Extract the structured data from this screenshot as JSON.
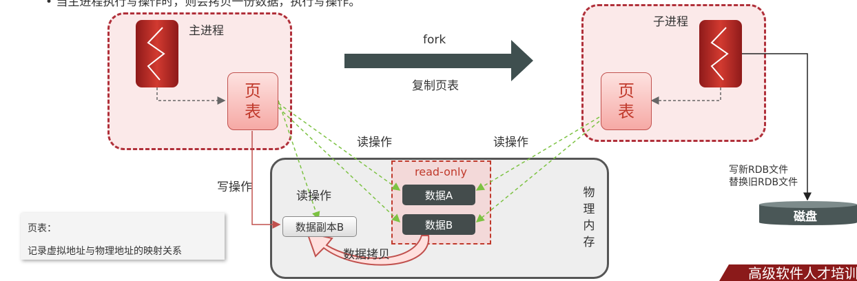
{
  "top_note": "• 当主进程执行写操作时，则会拷贝一份数据，执行写操作。",
  "main_process": {
    "label": "主进程",
    "page_table": [
      "页",
      "表"
    ]
  },
  "child_process": {
    "label": "子进程",
    "page_table": [
      "页",
      "表"
    ]
  },
  "fork": {
    "label": "fork",
    "sub_label": "复制页表"
  },
  "read_op_left": "读操作",
  "read_op_right": "读操作",
  "write_op": "写操作",
  "memory": {
    "label_chars": [
      "物",
      "理",
      "内",
      "存"
    ],
    "read_op_inner": "读操作",
    "readonly_label": "read-only",
    "data_a": "数据A",
    "data_b": "数据B",
    "copy_b": "数据副本B",
    "copy_label": "数据拷贝"
  },
  "rdb": {
    "line1": "写新RDB文件",
    "line2": "替换旧RDB文件"
  },
  "disk": {
    "label": "磁盘"
  },
  "legend": {
    "title": "页表：",
    "desc": "记录虚拟地址与物理地址的映射关系"
  },
  "banner": "高级软件人才培训",
  "colors": {
    "accent_red": "#b0303a",
    "dark": "#444c4c",
    "green_arrow": "#7cc242"
  }
}
